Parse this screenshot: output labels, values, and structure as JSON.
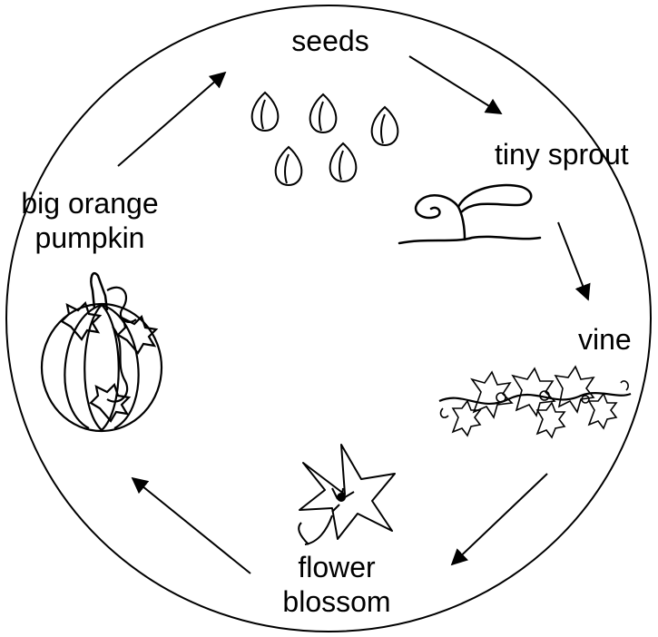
{
  "stages": {
    "seeds": "seeds",
    "sprout": "tiny sprout",
    "vine": "vine",
    "flower_line1": "flower",
    "flower_line2": "blossom",
    "pumpkin_line1": "big orange",
    "pumpkin_line2": "pumpkin"
  },
  "colors": {
    "line": "#000000",
    "background": "#ffffff"
  },
  "icons": [
    "seeds-icon",
    "sprout-icon",
    "vine-icon",
    "flower-icon",
    "pumpkin-icon"
  ]
}
